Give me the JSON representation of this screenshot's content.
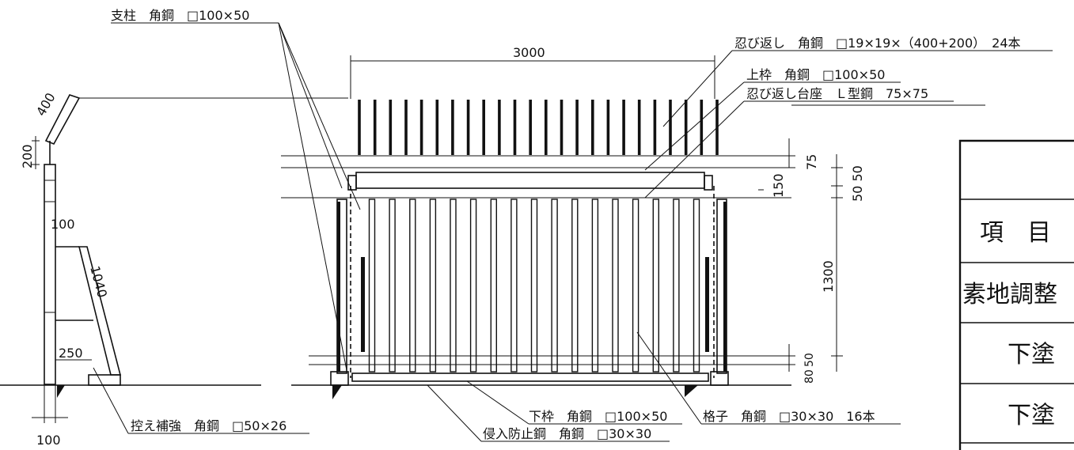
{
  "callouts": {
    "post": "支柱　角鋼　□100×50",
    "anti_climb": "忍び返し　角鋼　□19×19×（400+200）　24本",
    "top_frame": "上枠　角鋼　□100×50",
    "anti_climb_base": "忍び返し台座　Ｌ型鋼　75×75",
    "brace": "控え補強　角鋼　□50×26",
    "bottom_frame": "下枠　角鋼　□100×50",
    "intrusion_bar": "侵入防止鋼　角鋼　□30×30",
    "lattice": "格子　角鋼　□30×30　16本"
  },
  "dimensions": {
    "width_3000": "3000",
    "d400": "400",
    "d200": "200",
    "d100_upper": "100",
    "d1040": "1040",
    "d250": "250",
    "d100_bottom": "100",
    "d75": "75",
    "d150": "150",
    "d50_50": "50 50",
    "d1300": "1300",
    "d50": "50",
    "d80": "80"
  },
  "table": {
    "row_item": "項　目",
    "row_surface": "素地調整",
    "row_under1": "下塗",
    "row_under2": "下塗"
  },
  "colors": {
    "ink": "#111111",
    "paper": "#ffffff"
  }
}
